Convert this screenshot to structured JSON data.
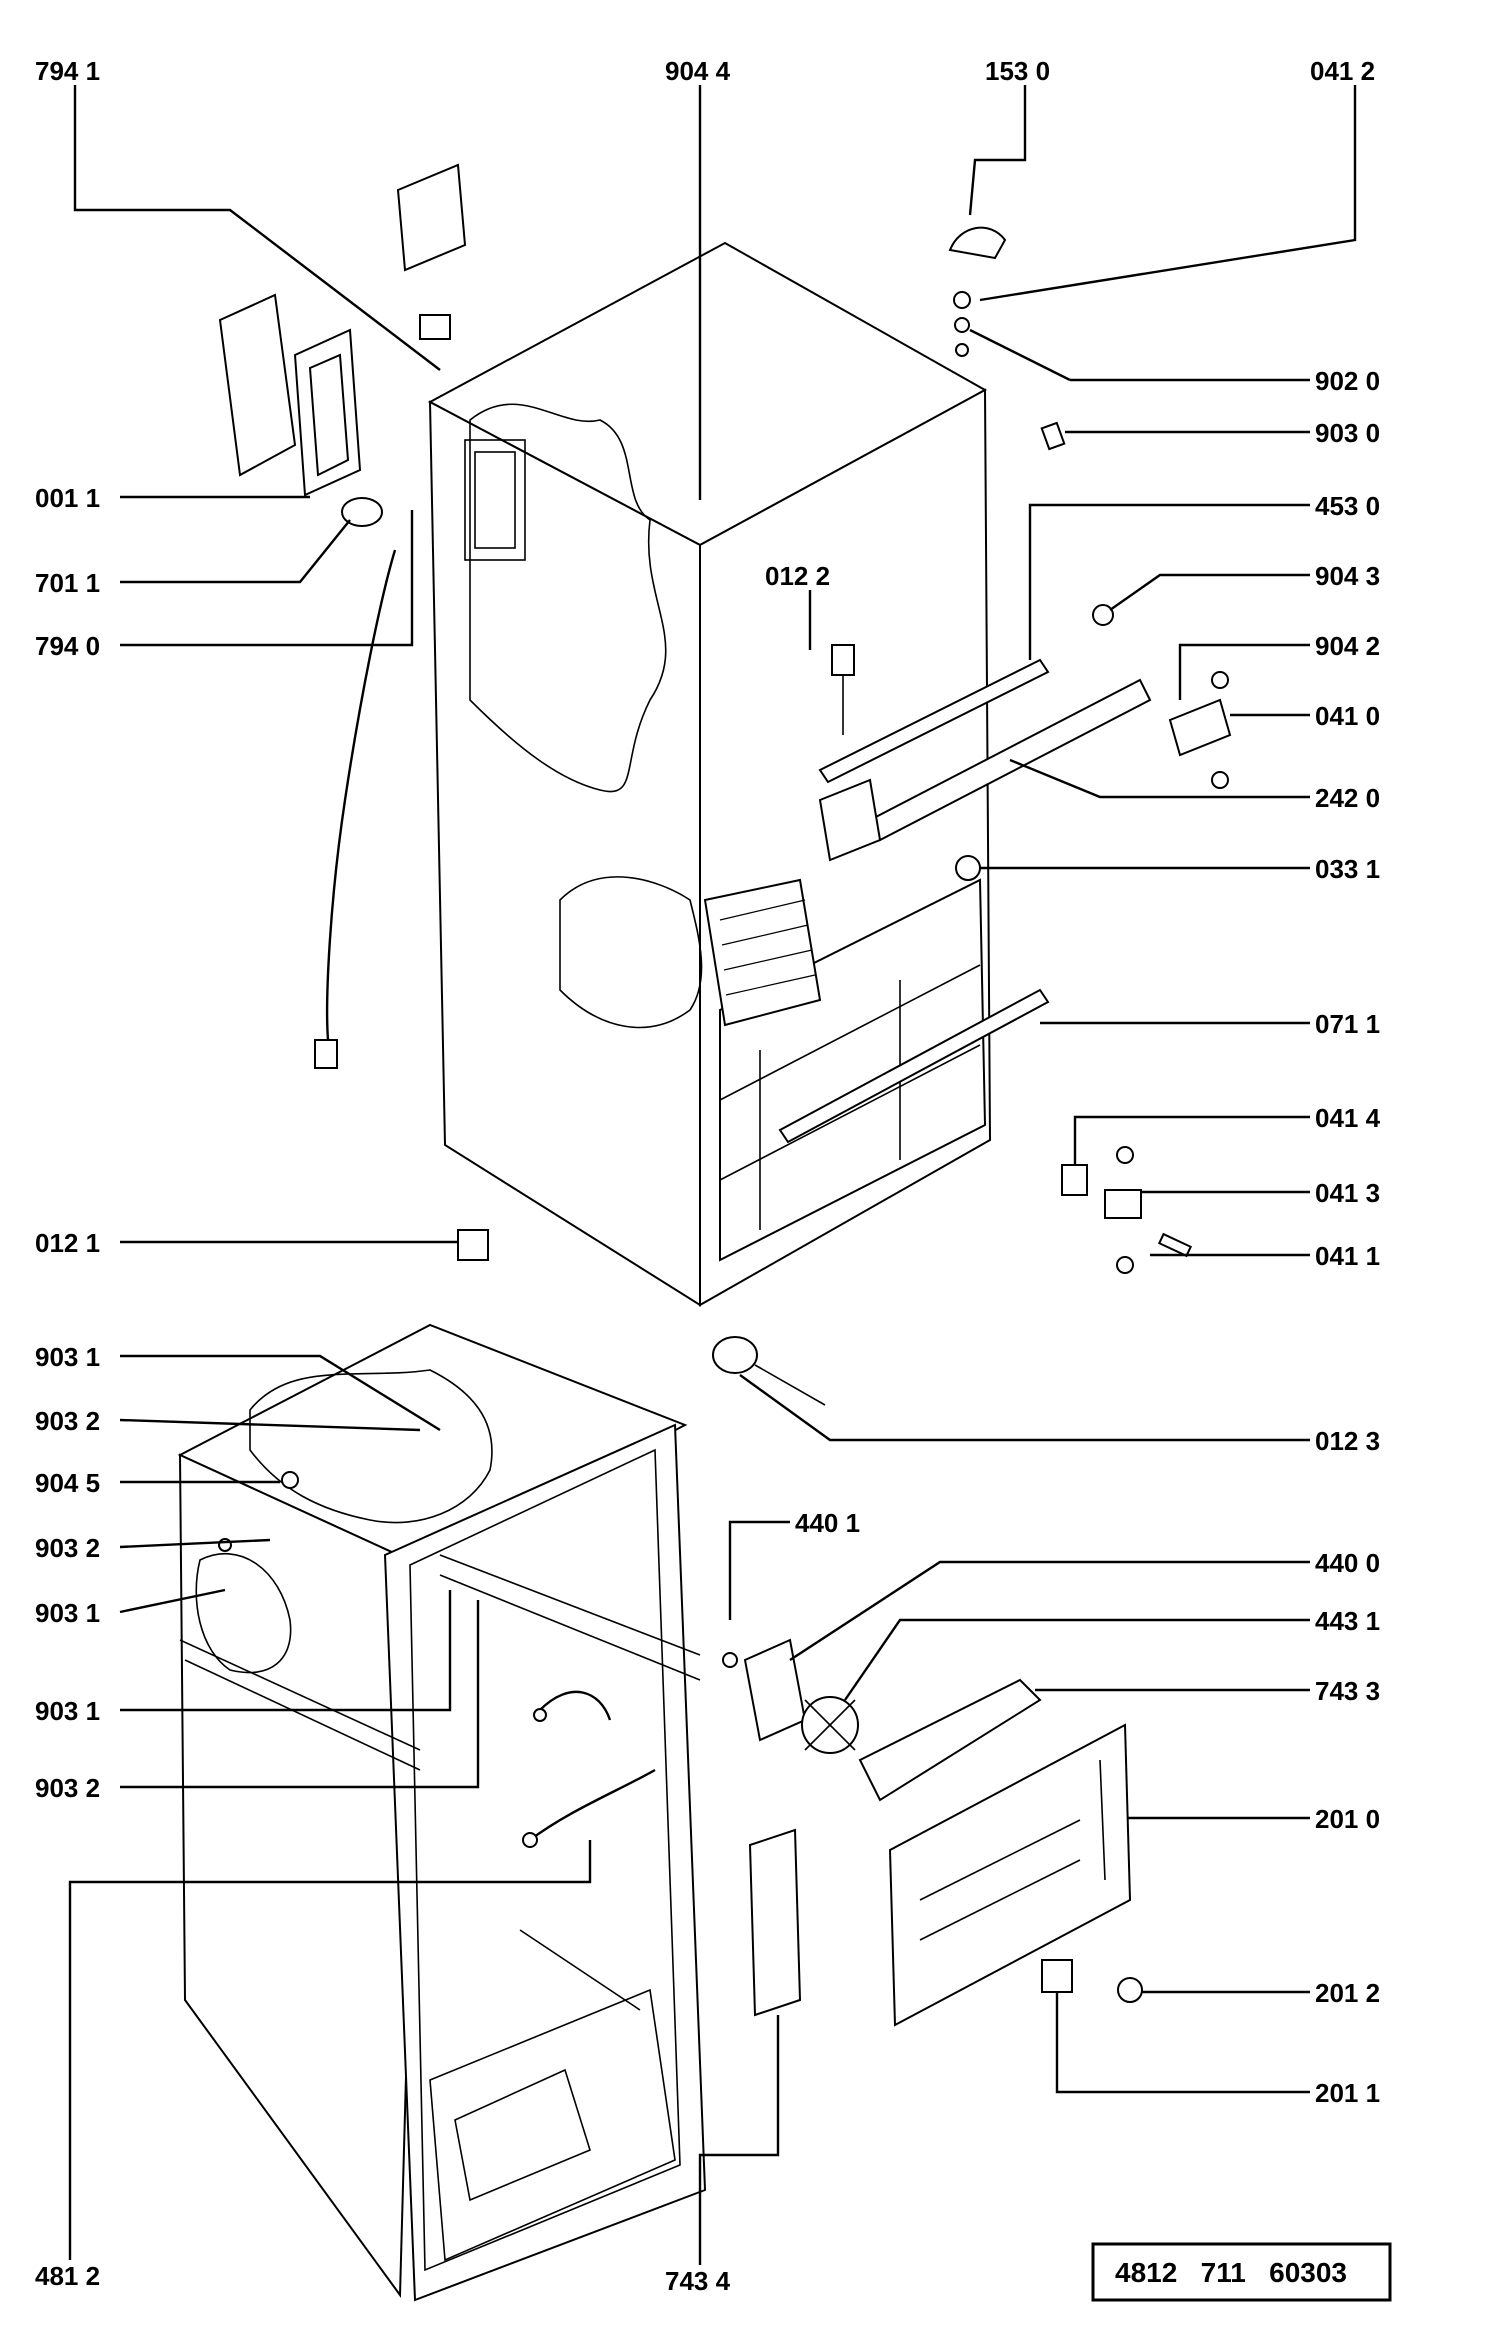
{
  "diagram": {
    "callouts": [
      {
        "id": "c7941",
        "text": "794 1"
      },
      {
        "id": "c9044",
        "text": "904  4"
      },
      {
        "id": "c1530",
        "text": "153 0"
      },
      {
        "id": "c0412",
        "text": "041 2"
      },
      {
        "id": "c9020",
        "text": "902 0"
      },
      {
        "id": "c9030",
        "text": "903 0"
      },
      {
        "id": "c0011",
        "text": "001 1"
      },
      {
        "id": "c4530",
        "text": "453 0"
      },
      {
        "id": "c7011",
        "text": "701 1"
      },
      {
        "id": "c0122",
        "text": "012  2"
      },
      {
        "id": "c9043",
        "text": "904 3"
      },
      {
        "id": "c7940",
        "text": "794 0"
      },
      {
        "id": "c9042",
        "text": "904 2"
      },
      {
        "id": "c0410",
        "text": "041 0"
      },
      {
        "id": "c2420",
        "text": "242 0"
      },
      {
        "id": "c0331",
        "text": "033 1"
      },
      {
        "id": "c0711",
        "text": "071 1"
      },
      {
        "id": "c0414",
        "text": "041 4"
      },
      {
        "id": "c0413",
        "text": "041 3"
      },
      {
        "id": "c0411",
        "text": "041 1"
      },
      {
        "id": "c0121",
        "text": "012 1"
      },
      {
        "id": "c9031a",
        "text": "903 1"
      },
      {
        "id": "c9032a",
        "text": "903 2"
      },
      {
        "id": "c0123",
        "text": "012 3"
      },
      {
        "id": "c9045",
        "text": "904 5"
      },
      {
        "id": "c4401",
        "text": "440 1"
      },
      {
        "id": "c9032b",
        "text": "903 2"
      },
      {
        "id": "c4400",
        "text": "440 0"
      },
      {
        "id": "c9031b",
        "text": "903 1"
      },
      {
        "id": "c4431",
        "text": "443 1"
      },
      {
        "id": "c7433",
        "text": "743 3"
      },
      {
        "id": "c9031c",
        "text": "903 1"
      },
      {
        "id": "c9032c",
        "text": "903 2"
      },
      {
        "id": "c2010",
        "text": "201 0"
      },
      {
        "id": "c2012",
        "text": "201 2"
      },
      {
        "id": "c2011",
        "text": "201 1"
      },
      {
        "id": "c4812",
        "text": "481  2"
      },
      {
        "id": "c7434",
        "text": "743  4"
      }
    ],
    "reference_number": "4812   711   60303"
  }
}
